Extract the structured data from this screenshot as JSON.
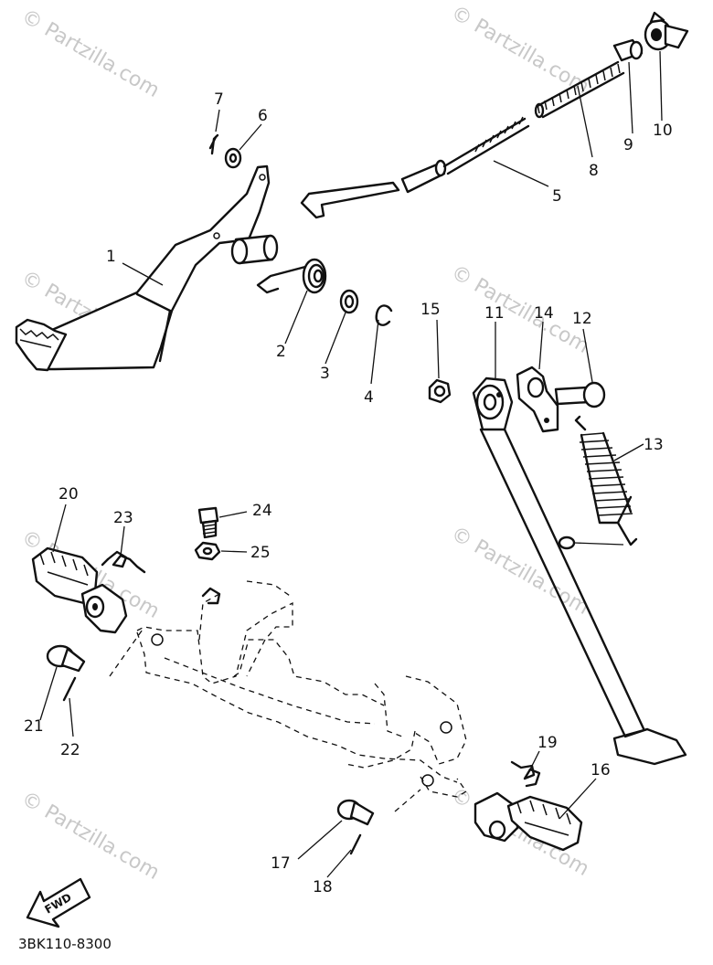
{
  "watermark": "© Partzilla.com",
  "diagram_code": "3BK110-8300",
  "fwd_label": "FWD",
  "callouts": [
    {
      "id": "c1",
      "label": "1"
    },
    {
      "id": "c2",
      "label": "2"
    },
    {
      "id": "c3",
      "label": "3"
    },
    {
      "id": "c4",
      "label": "4"
    },
    {
      "id": "c5",
      "label": "5"
    },
    {
      "id": "c6",
      "label": "6"
    },
    {
      "id": "c7",
      "label": "7"
    },
    {
      "id": "c8",
      "label": "8"
    },
    {
      "id": "c9",
      "label": "9"
    },
    {
      "id": "c10",
      "label": "10"
    },
    {
      "id": "c11",
      "label": "11"
    },
    {
      "id": "c12",
      "label": "12"
    },
    {
      "id": "c13",
      "label": "13"
    },
    {
      "id": "c14",
      "label": "14"
    },
    {
      "id": "c15",
      "label": "15"
    },
    {
      "id": "c16",
      "label": "16"
    },
    {
      "id": "c17",
      "label": "17"
    },
    {
      "id": "c18",
      "label": "18"
    },
    {
      "id": "c19",
      "label": "19"
    },
    {
      "id": "c20",
      "label": "20"
    },
    {
      "id": "c21",
      "label": "21"
    },
    {
      "id": "c22",
      "label": "22"
    },
    {
      "id": "c23",
      "label": "23"
    },
    {
      "id": "c24",
      "label": "24"
    },
    {
      "id": "c25",
      "label": "25"
    }
  ]
}
